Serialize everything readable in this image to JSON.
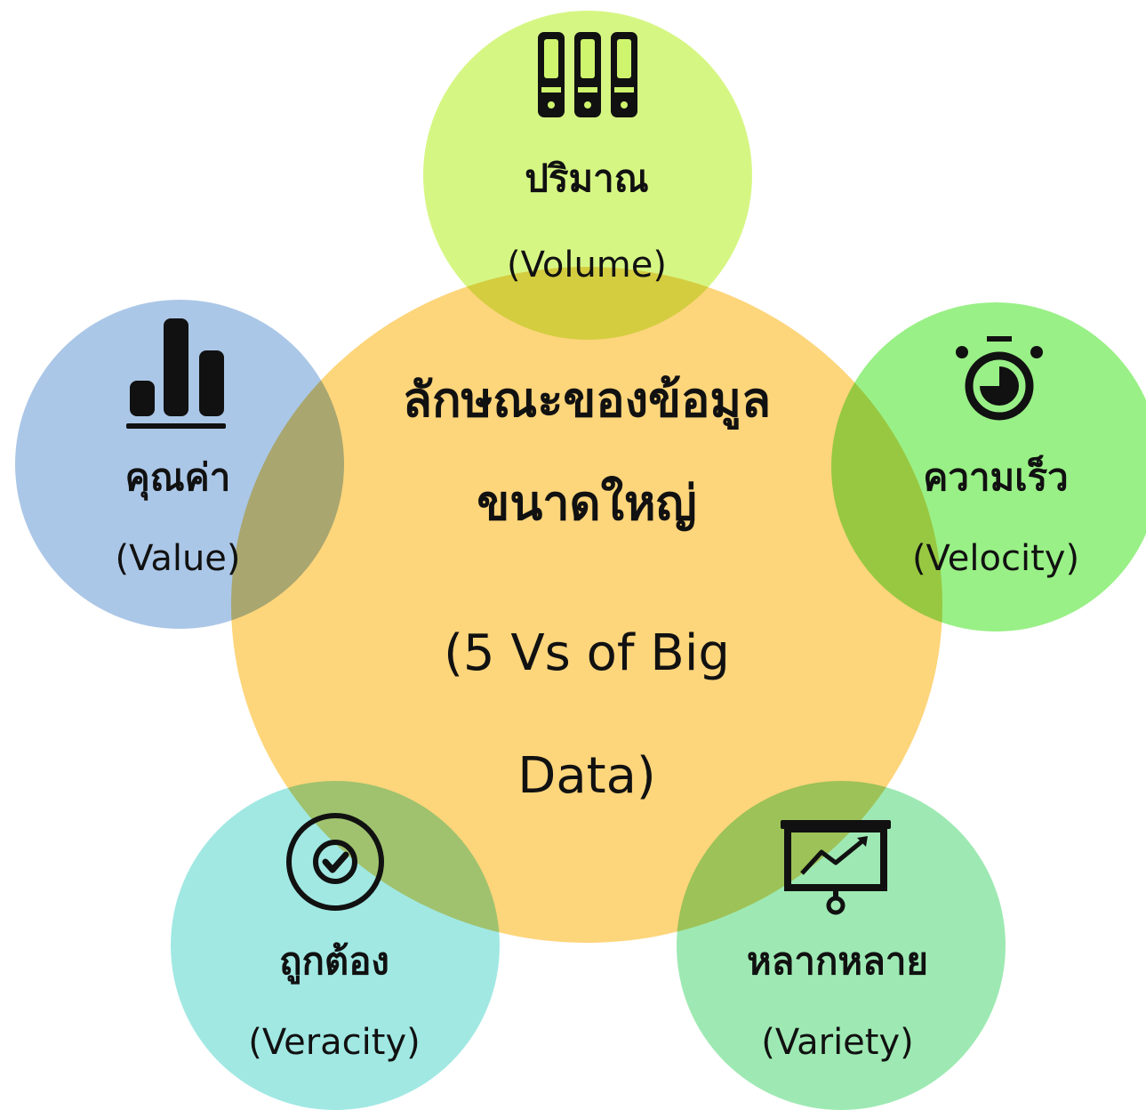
{
  "center": {
    "title_line1": "ลักษณะของข้อมูล",
    "title_line2": "ขนาดใหญ่",
    "subtitle_line1": "(5 Vs of Big",
    "subtitle_line2": "Data)"
  },
  "volume": {
    "th": "ปริมาณ",
    "en": "(Volume)",
    "icon": "server-racks-icon",
    "color": "#cff56e"
  },
  "velocity": {
    "th": "ความเร็ว",
    "en": "(Velocity)",
    "icon": "stopwatch-icon",
    "color": "#80ec68"
  },
  "value": {
    "th": "คุณค่า",
    "en": "(Value)",
    "icon": "bar-chart-icon",
    "color": "#96b9e1"
  },
  "veracity": {
    "th": "ถูกต้อง",
    "en": "(Veracity)",
    "icon": "check-circle-icon",
    "color": "#8ae2dc"
  },
  "variety": {
    "th": "หลากหลาย",
    "en": "(Variety)",
    "icon": "presentation-chart-icon",
    "color": "#86e4a0"
  }
}
